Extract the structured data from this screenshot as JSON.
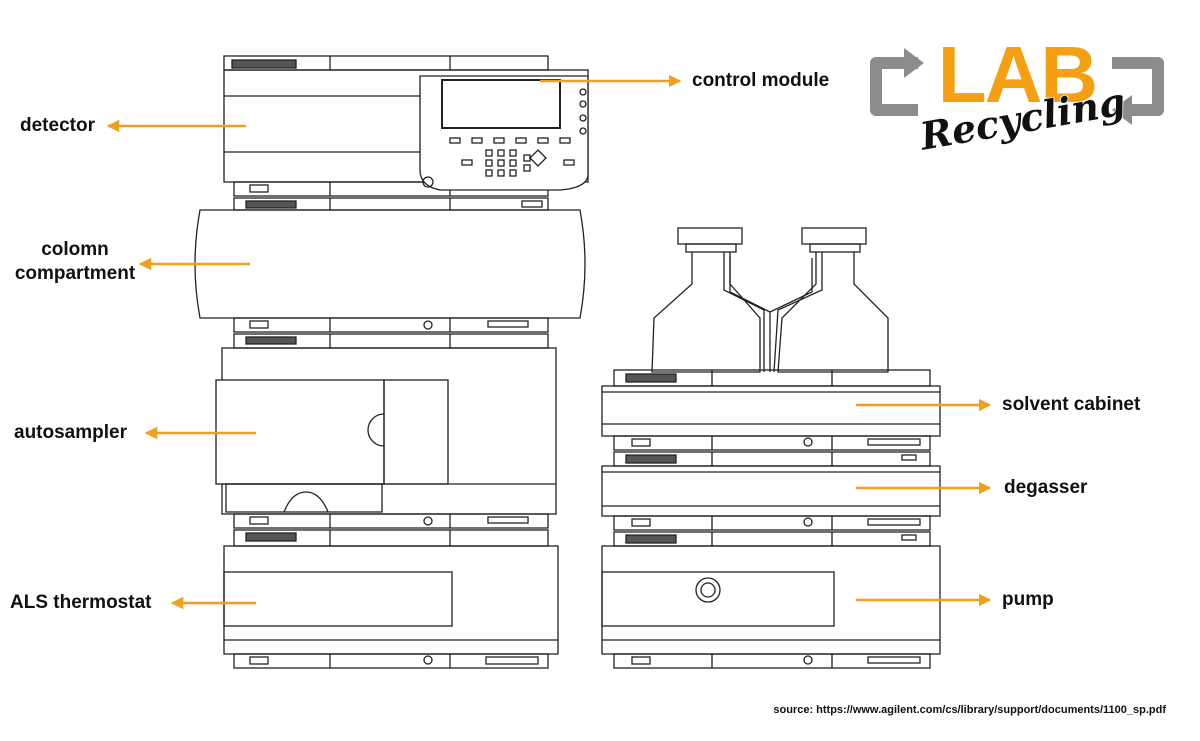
{
  "labels": {
    "detector": "detector",
    "column_line1": "colomn",
    "column_line2": "compartment",
    "autosampler": "autosampler",
    "als_thermostat": "ALS thermostat",
    "control_module": "control module",
    "solvent_cabinet": "solvent cabinet",
    "degasser": "degasser",
    "pump": "pump"
  },
  "logo": {
    "line1": "LAB",
    "line2": "Recycling"
  },
  "source": "source: https://www.agilent.com/cs/library/support/documents/1100_sp.pdf",
  "colors": {
    "arrow": "#f0a020",
    "logo_orange": "#f5a013",
    "logo_grey": "#8c8c8c",
    "outline": "#222222"
  }
}
